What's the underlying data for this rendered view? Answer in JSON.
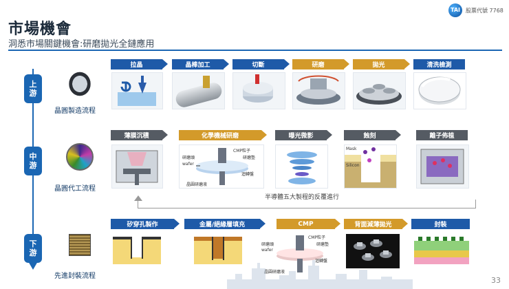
{
  "header": {
    "title": "市場機會",
    "subtitle": "洞悉市場關鍵機會:研磨拋光全鏈應用"
  },
  "brand": {
    "logo_text": "TAI",
    "stock": "股票代號 7768"
  },
  "page_number": "33",
  "stages": [
    {
      "label": "上\n游",
      "caption": "晶圓製造流程",
      "steps": [
        "拉晶",
        "晶棒加工",
        "切斷",
        "研磨",
        "拋光",
        "清洗檢測"
      ]
    },
    {
      "label": "中\n游",
      "caption": "晶圓代工流程",
      "steps": [
        "薄膜沉積",
        "化學機械研磨",
        "曝光微影",
        "蝕刻",
        "離子佈植"
      ]
    },
    {
      "label": "下\n游",
      "caption": "先進封裝流程",
      "steps": [
        "矽穿孔製作",
        "金屬/絕緣層填充",
        "CMP",
        "背面減薄拋光",
        "封裝"
      ]
    }
  ],
  "feedback_label": "半導體五大製程的反覆進行",
  "cmp_labels": {
    "particles": "CMP粒子",
    "pad": "研磨墊",
    "wafer": "wafer",
    "head": "研磨頭",
    "disk": "迴轉盤",
    "liquid": "晶圓研磨液"
  },
  "etch_labels": {
    "mask": "Mask",
    "silicon": "Silicon"
  },
  "colors": {
    "accent_blue": "#1e5aa8",
    "accent_gold": "#d39a2a",
    "dark": "#555b63",
    "line_blue": "#1a66b3"
  }
}
